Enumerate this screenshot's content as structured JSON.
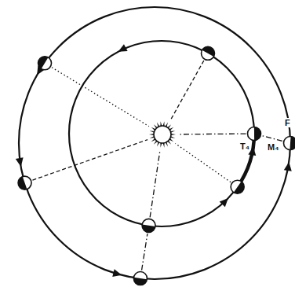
{
  "diagram": {
    "labels": [
      "T₄",
      "M₄",
      "F"
    ]
  }
}
